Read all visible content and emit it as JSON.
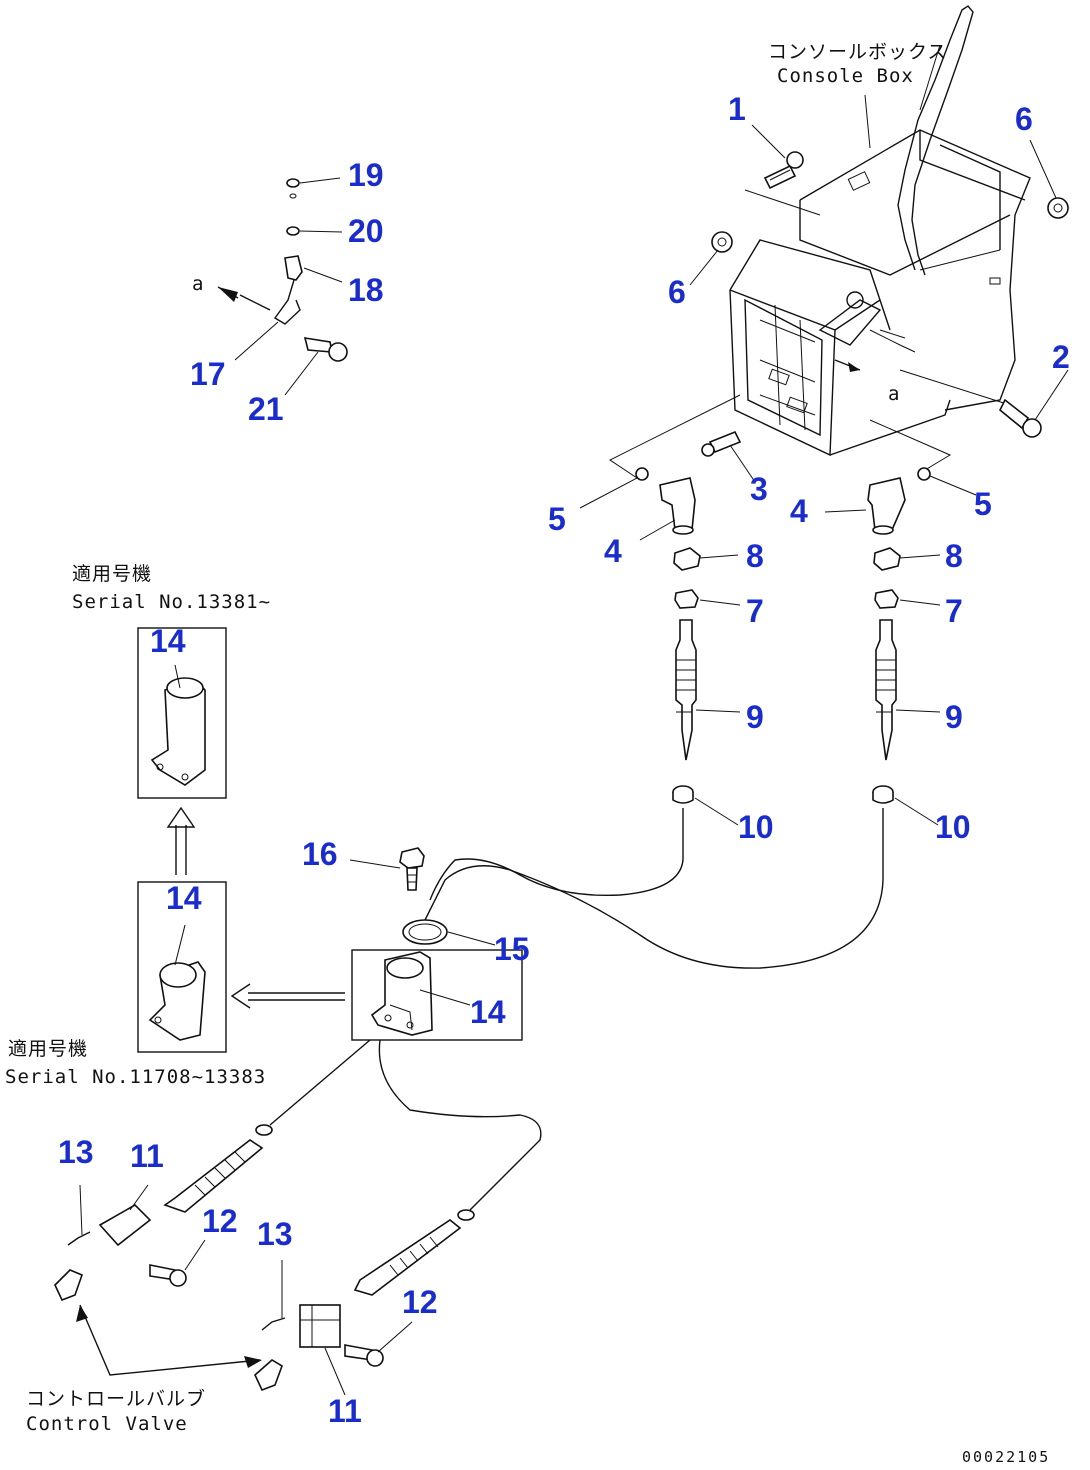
{
  "captions": {
    "console_box_jp": "コンソールボックス",
    "console_box_en": "Console Box",
    "serial_top_jp": "適用号機",
    "serial_top_en": "Serial No.13381~",
    "serial_bottom_jp": "適用号機",
    "serial_bottom_en": "Serial No.11708~13383",
    "control_valve_jp": "コントロールバルブ",
    "control_valve_en": "Control Valve",
    "ref_letter_top": "a",
    "ref_letter_box": "a",
    "figure_code": "00022105"
  },
  "callouts": [
    "1",
    "2",
    "3",
    "4",
    "4",
    "5",
    "5",
    "6",
    "6",
    "7",
    "7",
    "8",
    "8",
    "9",
    "9",
    "10",
    "10",
    "11",
    "11",
    "12",
    "12",
    "13",
    "13",
    "14",
    "14",
    "14",
    "15",
    "16",
    "17",
    "18",
    "19",
    "20",
    "21"
  ],
  "colors": {
    "callout": "#1a2ccc",
    "line": "#111111"
  }
}
